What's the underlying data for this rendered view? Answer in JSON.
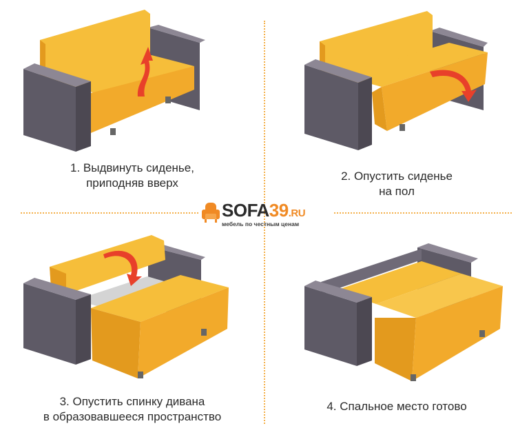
{
  "brand": {
    "name": "SOFA",
    "number": "39",
    "tld": ".RU",
    "tagline": "мебель по честным ценам"
  },
  "steps": [
    {
      "line1": "1. Выдвинуть сиденье,",
      "line2": "приподняв вверх"
    },
    {
      "line1": "2. Опустить сиденье",
      "line2": "на пол"
    },
    {
      "line1": "3. Опустить спинку дивана",
      "line2": "в образовавшееся пространство"
    },
    {
      "line1": "4. Спальное место готово",
      "line2": ""
    }
  ],
  "colors": {
    "cushion": "#f6be3a",
    "cushion_dark": "#e39a1e",
    "arm": "#5e5a66",
    "arm_top": "#8d8794",
    "arrow": "#e8402a",
    "divider": "#f4b04a"
  }
}
